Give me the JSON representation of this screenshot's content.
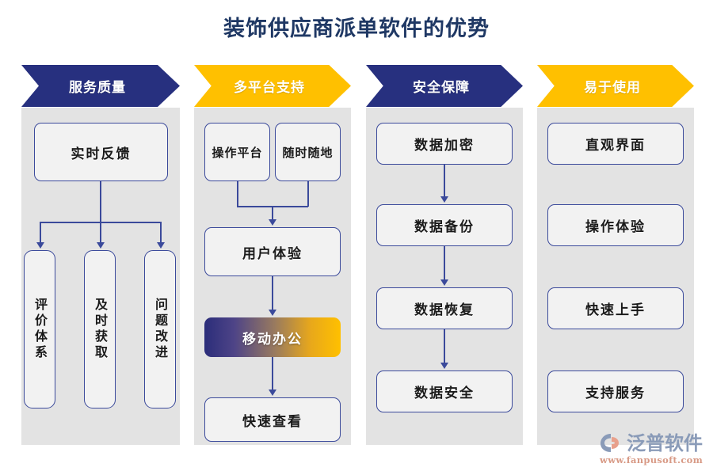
{
  "title": "装饰供应商派单软件的优势",
  "theme": {
    "navy": "#27307F",
    "gold": "#FFC000",
    "panel_bg": "#E3E3E3",
    "box_border": "#3B4A9B",
    "box_fill": "#F2F2F2",
    "title_color": "#1F3864"
  },
  "columns": [
    {
      "banner": {
        "label": "服务质量",
        "style": "navy"
      },
      "nodes": [
        {
          "label": "实时反馈",
          "orientation": "horizontal"
        },
        {
          "label": "评价体系",
          "orientation": "vertical"
        },
        {
          "label": "及时获取",
          "orientation": "vertical"
        },
        {
          "label": "问题改进",
          "orientation": "vertical"
        }
      ]
    },
    {
      "banner": {
        "label": "多平台支持",
        "style": "gold"
      },
      "nodes": [
        {
          "label": "操作平台",
          "orientation": "horizontal"
        },
        {
          "label": "随时随地",
          "orientation": "horizontal"
        },
        {
          "label": "用户体验",
          "orientation": "horizontal"
        },
        {
          "label": "移动办公",
          "orientation": "horizontal",
          "highlight": true
        },
        {
          "label": "快速查看",
          "orientation": "horizontal"
        }
      ]
    },
    {
      "banner": {
        "label": "安全保障",
        "style": "navy"
      },
      "nodes": [
        {
          "label": "数据加密",
          "orientation": "horizontal"
        },
        {
          "label": "数据备份",
          "orientation": "horizontal"
        },
        {
          "label": "数据恢复",
          "orientation": "horizontal"
        },
        {
          "label": "数据安全",
          "orientation": "horizontal"
        }
      ]
    },
    {
      "banner": {
        "label": "易于使用",
        "style": "gold"
      },
      "nodes": [
        {
          "label": "直观界面",
          "orientation": "horizontal"
        },
        {
          "label": "操作体验",
          "orientation": "horizontal"
        },
        {
          "label": "快速上手",
          "orientation": "horizontal"
        },
        {
          "label": "支持服务",
          "orientation": "horizontal"
        }
      ]
    }
  ],
  "logo": {
    "name": "泛普软件",
    "url": "www.fanpusoft.com"
  }
}
